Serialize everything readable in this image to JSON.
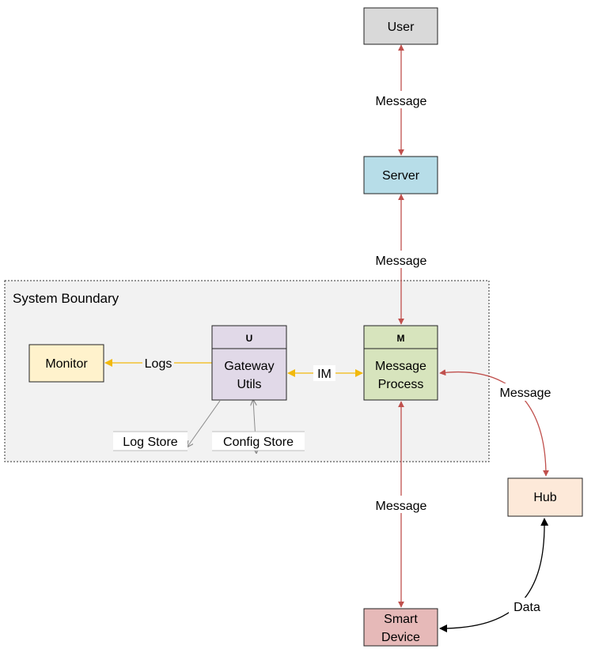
{
  "boundary": {
    "label": "System Boundary"
  },
  "nodes": {
    "user": {
      "label": "User",
      "fill": "#d9d9d9"
    },
    "server": {
      "label": "Server",
      "fill": "#b7dde8"
    },
    "monitor": {
      "label": "Monitor",
      "fill": "#fff2cc"
    },
    "gateway": {
      "header": "U",
      "line1": "Gateway",
      "line2": "Utils",
      "fill": "#e1d9e8"
    },
    "message_process": {
      "header": "M",
      "line1": "Message",
      "line2": "Process",
      "fill": "#d7e4bd"
    },
    "hub": {
      "label": "Hub",
      "fill": "#fde9d9"
    },
    "smart_device": {
      "line1": "Smart",
      "line2": "Device",
      "fill": "#e6b9b8"
    }
  },
  "stores": {
    "log_store": {
      "label": "Log Store"
    },
    "config_store": {
      "label": "Config Store"
    }
  },
  "edges": {
    "user_server": {
      "label": "Message"
    },
    "server_process": {
      "label": "Message"
    },
    "gateway_monitor": {
      "label": "Logs"
    },
    "gateway_process": {
      "label": "IM"
    },
    "process_hub": {
      "label": "Message"
    },
    "process_device": {
      "label": "Message"
    },
    "hub_device": {
      "label": "Data"
    }
  },
  "colors": {
    "red_arrow": "#c0504d",
    "yellow_arrow": "#f2b90c",
    "gray_arrow": "#8c8c8c",
    "black_arrow": "#000000",
    "boundary_fill": "#f2f2f2"
  }
}
